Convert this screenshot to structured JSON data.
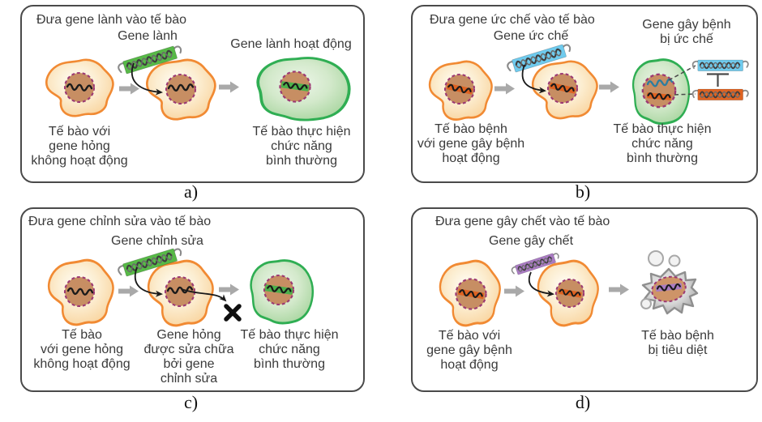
{
  "panels": [
    {
      "letter": "a)",
      "title": "Đưa gene lành vào tế bào",
      "gene_label": "Gene lành",
      "result_label": "Gene lành hoạt động",
      "caption_left": "Tế bào với\ngene hỏng\nkhông hoạt động",
      "caption_right": "Tế bào thực hiện\nchức năng\nbình thường"
    },
    {
      "letter": "b)",
      "title": "Đưa gene ức chế vào tế bào",
      "gene_label": "Gene ức chế",
      "result_label": "Gene gây bệnh\nbị ức chế",
      "caption_left": "Tế bào bệnh\nvới gene gây bệnh\nhoạt động",
      "caption_right": "Tế bào thực hiện\nchức năng\nbình thường"
    },
    {
      "letter": "c)",
      "title": "Đưa gene chỉnh sửa vào tế bào",
      "gene_label": "Gene chỉnh sửa",
      "caption_left": "Tế bào\nvới gene hỏng\nkhông hoạt động",
      "caption_mid": "Gene hỏng\nđược sửa chữa\nbởi gene\nchỉnh sửa",
      "caption_right": "Tế bào thực hiện\nchức năng\nbình thường"
    },
    {
      "letter": "d)",
      "title": "Đưa gene gây chết vào tế bào",
      "gene_label": "Gene gây chết",
      "caption_left": "Tế bào với\ngene gây bệnh\nhoạt động",
      "caption_right": "Tế bào bệnh\nbị tiêu diệt"
    }
  ],
  "colors": {
    "cell_outline": "#F18A33",
    "cell_fill_edge": "#F9D29A",
    "nucleus_fill": "#C78E63",
    "nucleus_border": "#9C3973",
    "healthy_cell_outline": "#2FAE53",
    "healthy_cell_fill": "#A5D49C",
    "gene_healthy": "#57B947",
    "gene_suppressor": "#6FCBEE",
    "gene_disease": "#DF6322",
    "gene_lethal": "#A97BC2",
    "dead_cell_fill": "#ABABAB",
    "flow_arrow": "#A9A9A9",
    "text": "#3A3A3A"
  }
}
